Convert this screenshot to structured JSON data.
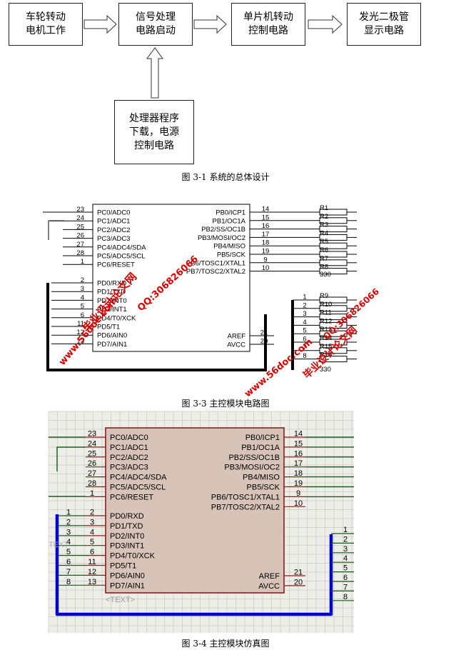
{
  "block_diagram": {
    "boxes": [
      "车轮转动\n电机工作",
      "信号处理\n电路启动",
      "单片机转动\n控制电路",
      "发光二极管\n显示电路",
      "处理器程序\n下载，电源\n控制电路"
    ]
  },
  "captions": {
    "fig31": "图 3-1  系统的总体设计",
    "fig33": "图 3-3  主控模块电路图",
    "fig34": "图 3-4  主控模块仿真图"
  },
  "chip": {
    "left_pins": [
      {
        "num": "23",
        "name": "PC0/ADC0"
      },
      {
        "num": "24",
        "name": "PC1/ADC1"
      },
      {
        "num": "25",
        "name": "PC2/ADC2"
      },
      {
        "num": "26",
        "name": "PC3/ADC3"
      },
      {
        "num": "27",
        "name": "PC4/ADC4/SDA"
      },
      {
        "num": "28",
        "name": "PC5/ADC5/SCL"
      },
      {
        "num": "1",
        "name": "PC6/RESET"
      },
      {
        "num": "2",
        "name": "PD0/RXD"
      },
      {
        "num": "3",
        "name": "PD1/TXD"
      },
      {
        "num": "4",
        "name": "PD2/INT0"
      },
      {
        "num": "5",
        "name": "PD3/INT1"
      },
      {
        "num": "6",
        "name": "PD4/T0/XCK"
      },
      {
        "num": "11",
        "name": "PD5/T1"
      },
      {
        "num": "12",
        "name": "PD6/AIN0"
      },
      {
        "num": "13",
        "name": "PD7/AIN1"
      }
    ],
    "right_pins": [
      {
        "num": "14",
        "name": "PB0/ICP1"
      },
      {
        "num": "15",
        "name": "PB1/OC1A"
      },
      {
        "num": "16",
        "name": "PB2/SS/OC1B"
      },
      {
        "num": "17",
        "name": "PB3/MOSI/OC2"
      },
      {
        "num": "18",
        "name": "PB4/MISO"
      },
      {
        "num": "19",
        "name": "PB5/SCK"
      },
      {
        "num": "9",
        "name": "PB6/TOSC1/XTAL1"
      },
      {
        "num": "10",
        "name": "PB7/TOSC2/XTAL2"
      }
    ],
    "power_pins": [
      {
        "num": "21",
        "name": "AREF"
      },
      {
        "num": "20",
        "name": "AVCC"
      }
    ],
    "bus_numbers": [
      "1",
      "2",
      "3",
      "4",
      "5",
      "6",
      "7",
      "8"
    ]
  },
  "resistors": {
    "top_labels": [
      "R1",
      "R2",
      "R3",
      "R4",
      "R5",
      "R6",
      "R7",
      "R8"
    ],
    "top_value": "330",
    "bottom_labels": [
      "R9",
      "R10",
      "R11",
      "R12",
      "R13",
      "R14",
      "R15",
      "R16"
    ],
    "bottom_value": "330"
  },
  "sim": {
    "text_tag": "<TEXT>",
    "text_tag_left": "TEXT"
  },
  "watermarks": [
    "QQ:306826066",
    "毕业设计论文网",
    "www.56doc.com"
  ],
  "colors": {
    "sim_grid": "#c8c8c8",
    "sim_bg": "#eeeee8",
    "chip_fill": "#d7c3b8",
    "chip_border": "#8b1010",
    "pin_red": "#a01515",
    "wire_green": "#1a5a1a",
    "bus_blue": "#0000c8",
    "watermark_red": "#dd0000"
  }
}
